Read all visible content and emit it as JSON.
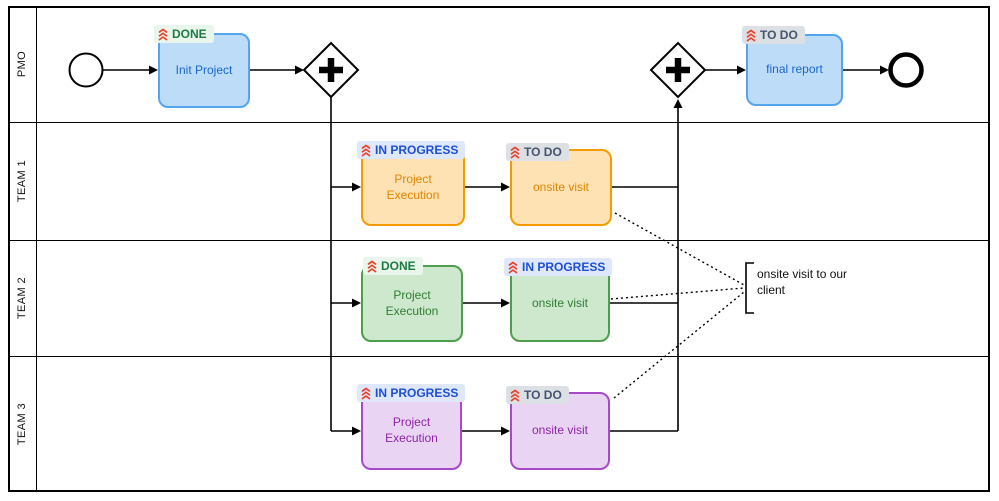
{
  "diagram": {
    "lanes": [
      {
        "label": "PMO"
      },
      {
        "label": "TEAM 1"
      },
      {
        "label": "TEAM 2"
      },
      {
        "label": "TEAM 3"
      }
    ],
    "tasks": {
      "init_project": {
        "label": "Init Project",
        "status": "DONE"
      },
      "final_report": {
        "label": "final report",
        "status": "TO DO"
      },
      "team1_execution": {
        "label": "Project Execution",
        "status": "IN PROGRESS"
      },
      "team1_onsite": {
        "label": "onsite visit",
        "status": "TO DO"
      },
      "team2_execution": {
        "label": "Project Execution",
        "status": "DONE"
      },
      "team2_onsite": {
        "label": "onsite visit",
        "status": "IN PROGRESS"
      },
      "team3_execution": {
        "label": "Project Execution",
        "status": "IN PROGRESS"
      },
      "team3_onsite": {
        "label": "onsite visit",
        "status": "TO DO"
      }
    },
    "annotation": {
      "text": "onsite visit to our client"
    },
    "icons": {
      "badge_icon": "priority-highest-icon"
    },
    "colors": {
      "task_blue_fill": "#BDDCF8",
      "task_blue_border": "#55A4EE",
      "task_blue_text": "#1A66CC",
      "task_orange_fill": "#FFE2B3",
      "task_orange_border": "#F59B00",
      "task_orange_text": "#E08700",
      "task_green_fill": "#CEE8CE",
      "task_green_border": "#4E9E4E",
      "task_green_text": "#2E7D32",
      "task_purple_fill": "#E9D4F4",
      "task_purple_border": "#A64AC9",
      "task_purple_text": "#8E24AA",
      "badge_done_bg": "#E8F6EC",
      "badge_done_text": "#1E7B43",
      "badge_inprogress_bg": "#DFE7FA",
      "badge_inprogress_text": "#1D4FD7",
      "badge_todo_bg": "#DCDFE4",
      "badge_todo_text": "#44546F",
      "priority_icon_color": "#E8442E"
    }
  }
}
